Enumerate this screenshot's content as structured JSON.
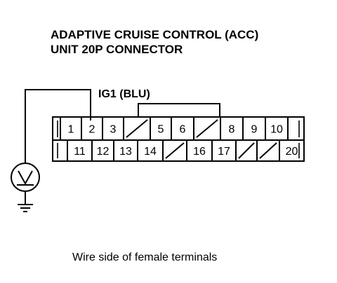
{
  "title": {
    "line1": "ADAPTIVE CRUISE CONTROL (ACC)",
    "line2": "UNIT 20P CONNECTOR"
  },
  "wire_label": "IG1 (BLU)",
  "connector": {
    "top_row": [
      "1",
      "2",
      "3",
      "",
      "5",
      "6",
      "",
      "8",
      "9",
      "10"
    ],
    "bottom_row": [
      "11",
      "12",
      "13",
      "14",
      "",
      "16",
      "17",
      "",
      "",
      "20"
    ]
  },
  "meter_icon": "voltmeter-icon",
  "ground_icon": "ground-icon",
  "caption": "Wire side of female terminals"
}
